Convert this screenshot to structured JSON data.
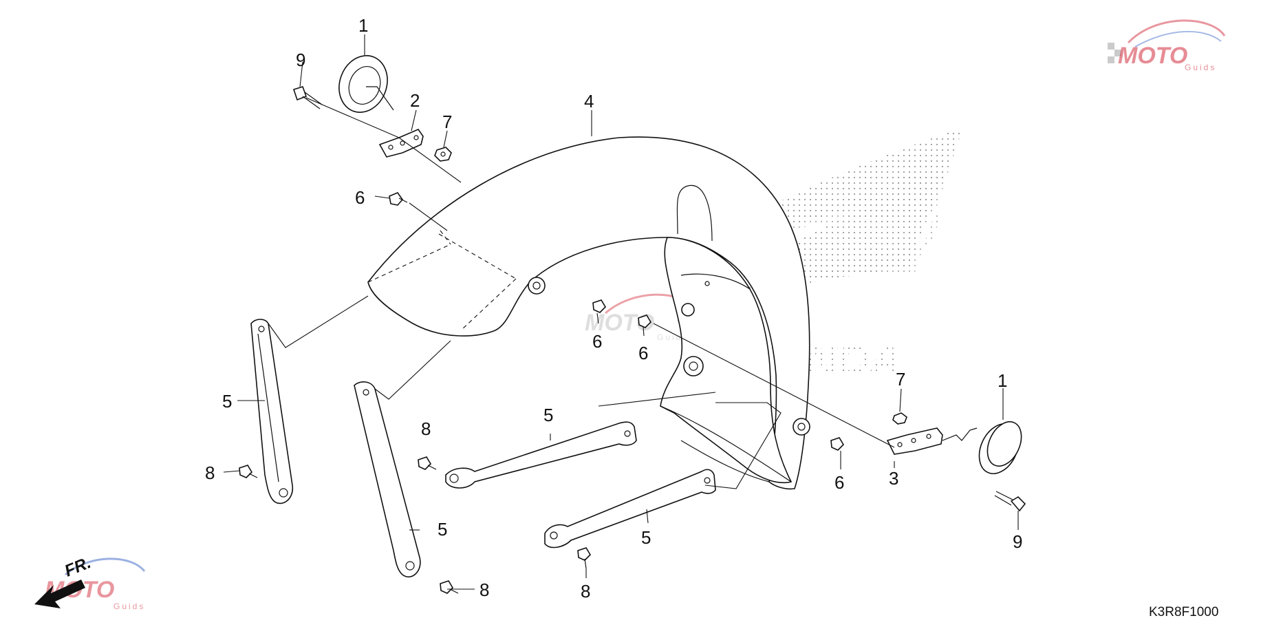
{
  "diagram": {
    "drawing_code": "K3R8F1000",
    "front_indicator": "FR.",
    "watermark": {
      "brand": "MOTO",
      "sub": "Guids",
      "background_brand": "HONDA",
      "accent_color": "#d33040",
      "blue_color": "#3a63c7",
      "gray_color": "#b8b8b8"
    },
    "callouts": {
      "c1_top": "1",
      "c1_right": "1",
      "c2": "2",
      "c3": "3",
      "c4": "4",
      "c5_left": "5",
      "c5_center": "5",
      "c5_lower": "5",
      "c5_right": "5",
      "c6_upper": "6",
      "c6_mid_a": "6",
      "c6_mid_b": "6",
      "c6_right": "6",
      "c7_top": "7",
      "c7_right": "7",
      "c8_left": "8",
      "c8_center": "8",
      "c8_lower": "8",
      "c8_right": "8",
      "c9_top": "9",
      "c9_right": "9"
    },
    "parts": [
      {
        "icon": "grommet-cap-icon"
      },
      {
        "icon": "bracket-icon"
      },
      {
        "icon": "bracket-icon"
      },
      {
        "icon": "front-fender-icon"
      },
      {
        "icon": "fender-stay-icon"
      },
      {
        "icon": "bolt-icon"
      },
      {
        "icon": "nut-icon"
      },
      {
        "icon": "flange-bolt-icon"
      },
      {
        "icon": "bolt-icon"
      }
    ]
  }
}
